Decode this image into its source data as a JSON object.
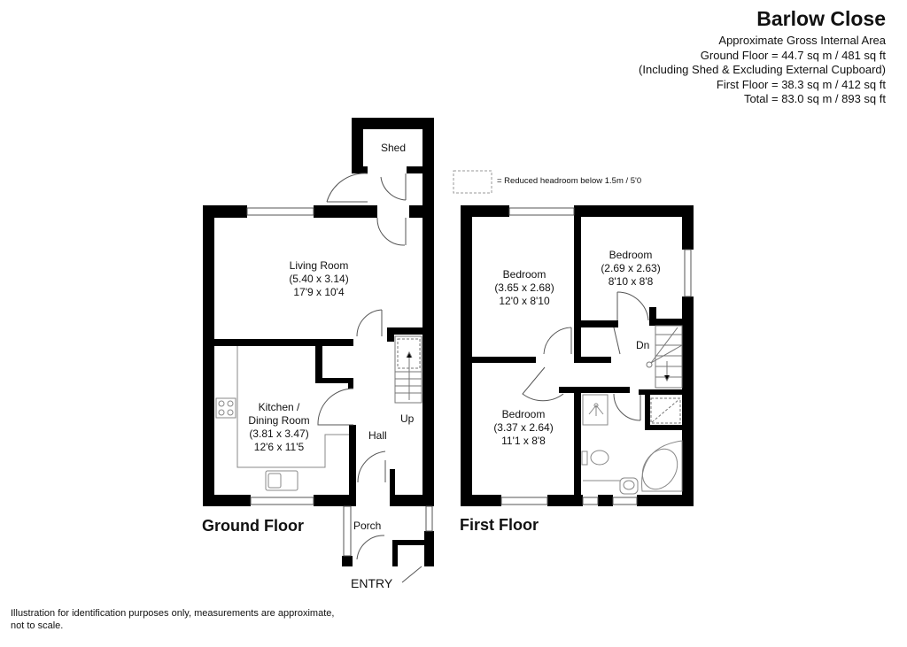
{
  "header": {
    "title": "Barlow Close",
    "area_lines": [
      "Approximate Gross Internal Area",
      "Ground Floor = 44.7 sq m / 481 sq ft",
      "(Including Shed & Excluding External Cupboard)",
      "First Floor = 38.3 sq m / 412 sq ft",
      "Total = 83.0 sq m / 893 sq ft"
    ]
  },
  "legend": {
    "text": "= Reduced headroom below 1.5m / 5'0"
  },
  "ground_floor": {
    "label": "Ground Floor",
    "rooms": {
      "shed": {
        "name": "Shed"
      },
      "living": {
        "name": "Living Room",
        "metric": "(5.40 x 3.14)",
        "imperial": "17'9 x 10'4"
      },
      "kitchen": {
        "name1": "Kitchen /",
        "name2": "Dining Room",
        "metric": "(3.81 x 3.47)",
        "imperial": "12'6 x 11'5"
      },
      "hall": {
        "name": "Hall"
      },
      "stairs": {
        "label": "Up"
      },
      "porch": {
        "name": "Porch"
      },
      "entry": {
        "label": "ENTRY"
      }
    }
  },
  "first_floor": {
    "label": "First Floor",
    "rooms": {
      "bedroom1": {
        "name": "Bedroom",
        "metric": "(3.65 x 2.68)",
        "imperial": "12'0 x 8'10"
      },
      "bedroom2": {
        "name": "Bedroom",
        "metric": "(2.69 x 2.63)",
        "imperial": "8'10 x 8'8"
      },
      "bedroom3": {
        "name": "Bedroom",
        "metric": "(3.37 x 2.64)",
        "imperial": "11'1 x 8'8"
      },
      "stairs": {
        "label": "Dn"
      }
    }
  },
  "footer": {
    "line1": "Illustration for identification purposes only, measurements are approximate,",
    "line2": "not to scale."
  }
}
